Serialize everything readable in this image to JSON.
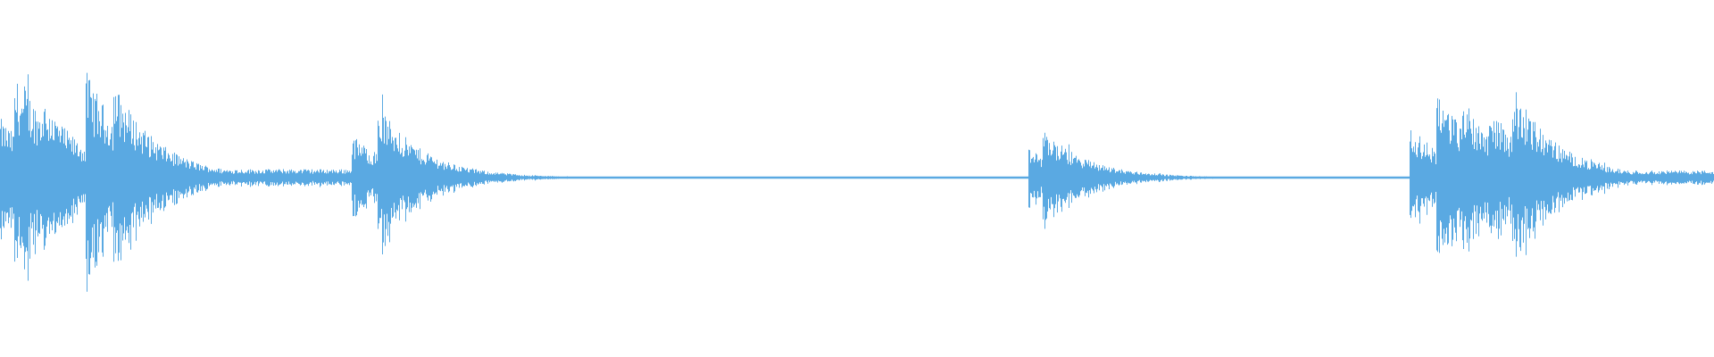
{
  "waveform": {
    "color": "#5aa9e2",
    "background": "#ffffff",
    "segments": [
      {
        "start": 0.0,
        "end": 0.205,
        "peak": 0.8,
        "tail": 0.06,
        "attacks": [
          0.0,
          0.008,
          0.014,
          0.024,
          0.05,
          0.066
        ]
      },
      {
        "start": 0.205,
        "end": 0.6,
        "peak": 0.58,
        "tail": 0.005,
        "attacks": [
          0.205,
          0.22
        ]
      },
      {
        "start": 0.6,
        "end": 0.822,
        "peak": 0.38,
        "tail": 0.005,
        "attacks": [
          0.6,
          0.608
        ]
      },
      {
        "start": 0.822,
        "end": 1.0,
        "peak": 0.7,
        "tail": 0.05,
        "attacks": [
          0.822,
          0.838,
          0.853,
          0.868,
          0.882
        ]
      }
    ]
  }
}
